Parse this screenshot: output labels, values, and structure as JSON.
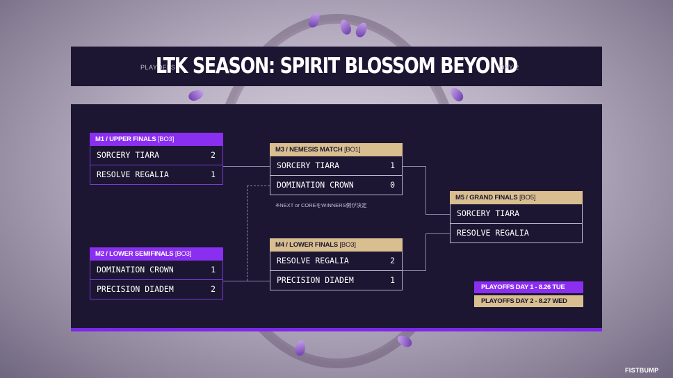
{
  "header": {
    "left_label": "PLAYOFFS",
    "title": "LTK SEASON: SPIRIT BLOSSOM BEYOND",
    "right_label": "DAY 2"
  },
  "matches": {
    "m1": {
      "title": "M1 / UPPER FINALS",
      "format": "[BO3]",
      "teams": [
        {
          "name": "SORCERY TIARA",
          "score": "2"
        },
        {
          "name": "RESOLVE REGALIA",
          "score": "1"
        }
      ]
    },
    "m2": {
      "title": "M2 / LOWER SEMIFINALS",
      "format": "[BO3]",
      "teams": [
        {
          "name": "DOMINATION CROWN",
          "score": "1"
        },
        {
          "name": "PRECISION DIADEM",
          "score": "2"
        }
      ]
    },
    "m3": {
      "title": "M3 / NEMESIS MATCH",
      "format": "[BO1]",
      "teams": [
        {
          "name": "SORCERY TIARA",
          "score": "1"
        },
        {
          "name": "DOMINATION CROWN",
          "score": "0"
        }
      ],
      "note": "※NEXT or COREをWINNERS側が決定"
    },
    "m4": {
      "title": "M4 / LOWER FINALS",
      "format": "[BO3]",
      "teams": [
        {
          "name": "RESOLVE REGALIA",
          "score": "2"
        },
        {
          "name": "PRECISION DIADEM",
          "score": "1"
        }
      ]
    },
    "m5": {
      "title": "M5 / GRAND FINALS",
      "format": "[BO5]",
      "teams": [
        {
          "name": "SORCERY TIARA",
          "score": ""
        },
        {
          "name": "RESOLVE REGALIA",
          "score": ""
        }
      ]
    }
  },
  "legend": {
    "day1": "PLAYOFFS DAY 1 - 8.26 TUE",
    "day2": "PLAYOFFS DAY 2 - 8.27 WED"
  },
  "brand": "FISTBUMP",
  "colors": {
    "panel": "#1c1632",
    "purple_accent": "#8a2ef0",
    "gold_accent": "#d9bf8f"
  }
}
